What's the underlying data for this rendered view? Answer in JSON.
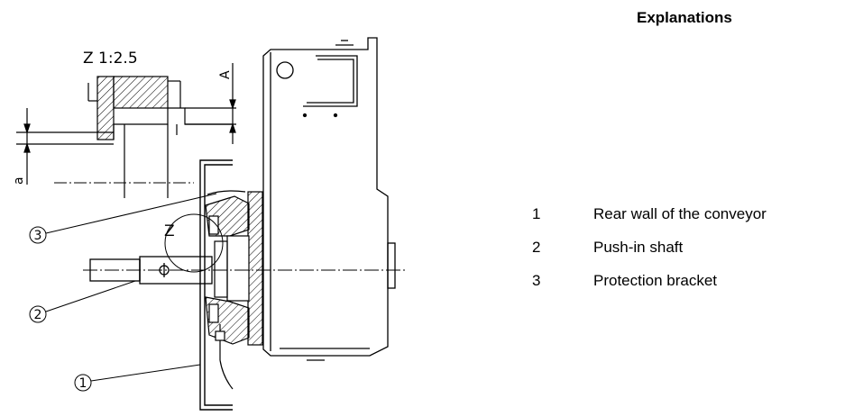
{
  "heading": "Explanations",
  "drawing": {
    "scale_label": "Z 1:2.5",
    "detail_label": "Z",
    "dimension_a_upper": "A",
    "dimension_a_lower": "a",
    "callouts": [
      "1",
      "2",
      "3"
    ]
  },
  "legend": [
    {
      "number": "1",
      "text": "Rear wall of the conveyor"
    },
    {
      "number": "2",
      "text": "Push-in shaft"
    },
    {
      "number": "3",
      "text": "Protection bracket"
    }
  ]
}
